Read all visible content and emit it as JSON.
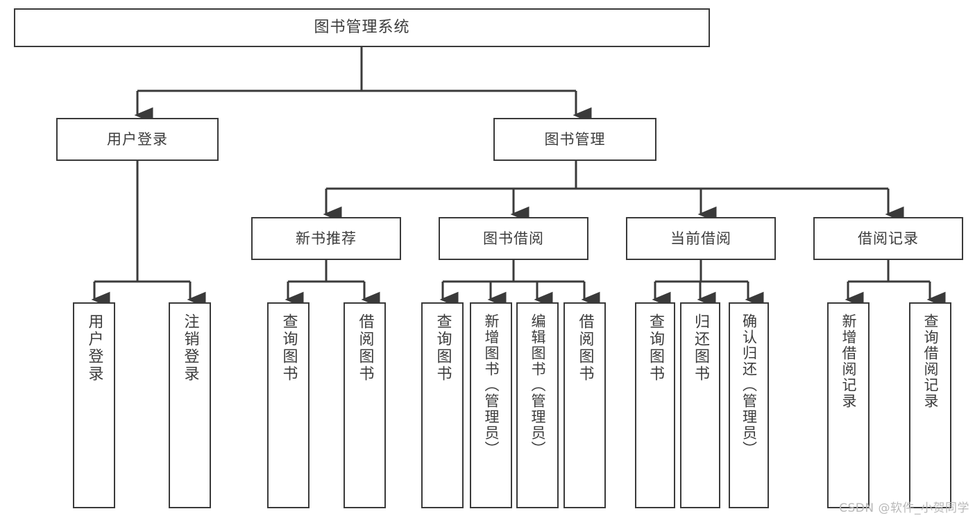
{
  "diagram": {
    "type": "tree-hierarchy",
    "title": "图书管理系统",
    "watermark": "CSDN @软件_小贺同学",
    "colors": {
      "box_border": "#3a3a3a",
      "box_fill": "#ffffff",
      "edge": "#3a3a3a",
      "text": "#3c3c3c",
      "watermark": "#b9b9b9",
      "background": "#ffffff"
    },
    "root": {
      "label": "图书管理系统"
    },
    "level1": [
      {
        "label": "用户登录"
      },
      {
        "label": "图书管理"
      }
    ],
    "level2": [
      {
        "label": "新书推荐"
      },
      {
        "label": "图书借阅"
      },
      {
        "label": "当前借阅"
      },
      {
        "label": "借阅记录"
      }
    ],
    "leaves": {
      "user_login": [
        {
          "label": "用户登录"
        },
        {
          "label": "注销登录"
        }
      ],
      "new_book_recommend": [
        {
          "label": "查询图书"
        },
        {
          "label": "借阅图书"
        }
      ],
      "book_borrow": [
        {
          "label": "查询图书"
        },
        {
          "label": "新增图书（管理员）"
        },
        {
          "label": "编辑图书（管理员）"
        },
        {
          "label": "借阅图书"
        }
      ],
      "current_borrow": [
        {
          "label": "查询图书"
        },
        {
          "label": "归还图书"
        },
        {
          "label": "确认归还（管理员）"
        }
      ],
      "borrow_record": [
        {
          "label": "新增借阅记录"
        },
        {
          "label": "查询借阅记录"
        }
      ]
    }
  }
}
